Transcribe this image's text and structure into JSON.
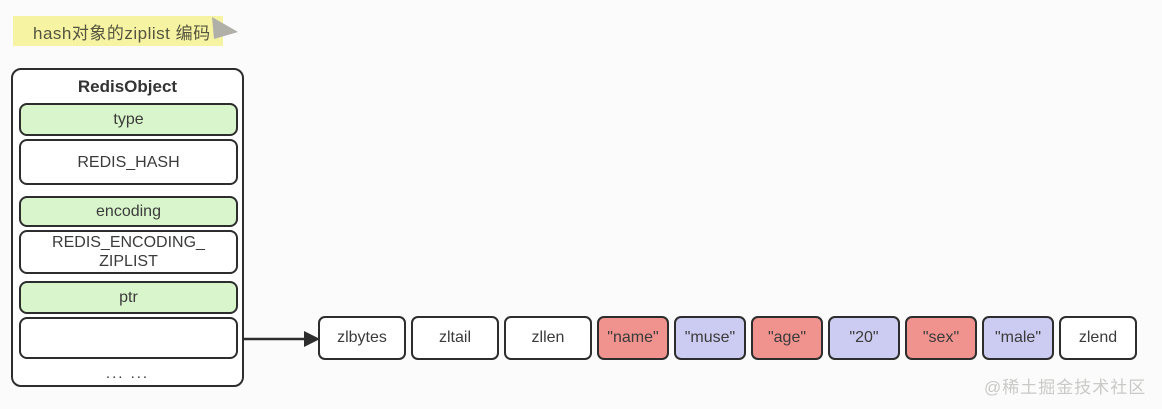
{
  "palette": {
    "yellow": "#f6f3a2",
    "fold_gray": "#b0b0a8",
    "green": "#d9f5cb",
    "salmon": "#f0928d",
    "lavender": "#ccccf2",
    "white": "#ffffff",
    "border": "#2d2d2d"
  },
  "note": {
    "text": "hash对象的ziplist 编码"
  },
  "redis_object": {
    "title": "RedisObject",
    "rows": [
      {
        "label": "type",
        "color": "green"
      },
      {
        "label": "REDIS_HASH",
        "color": "white"
      },
      {
        "label": "encoding",
        "color": "green"
      },
      {
        "label": "REDIS_ENCODING_",
        "label2": "ZIPLIST",
        "color": "white"
      },
      {
        "label": "ptr",
        "color": "green"
      },
      {
        "label": "",
        "color": "white"
      }
    ],
    "ellipsis": "... ..."
  },
  "ziplist": {
    "cells": [
      {
        "label": "zlbytes",
        "color": "white",
        "role": "header"
      },
      {
        "label": "zltail",
        "color": "white",
        "role": "header"
      },
      {
        "label": "zllen",
        "color": "white",
        "role": "header"
      },
      {
        "label": "\"name\"",
        "color": "salmon",
        "role": "key"
      },
      {
        "label": "\"muse\"",
        "color": "lavender",
        "role": "value"
      },
      {
        "label": "\"age\"",
        "color": "salmon",
        "role": "key"
      },
      {
        "label": "\"20\"",
        "color": "lavender",
        "role": "value"
      },
      {
        "label": "\"sex\"",
        "color": "salmon",
        "role": "key"
      },
      {
        "label": "\"male\"",
        "color": "lavender",
        "role": "value"
      },
      {
        "label": "zlend",
        "color": "white",
        "role": "end"
      }
    ]
  },
  "watermark": "@稀土掘金技术社区"
}
